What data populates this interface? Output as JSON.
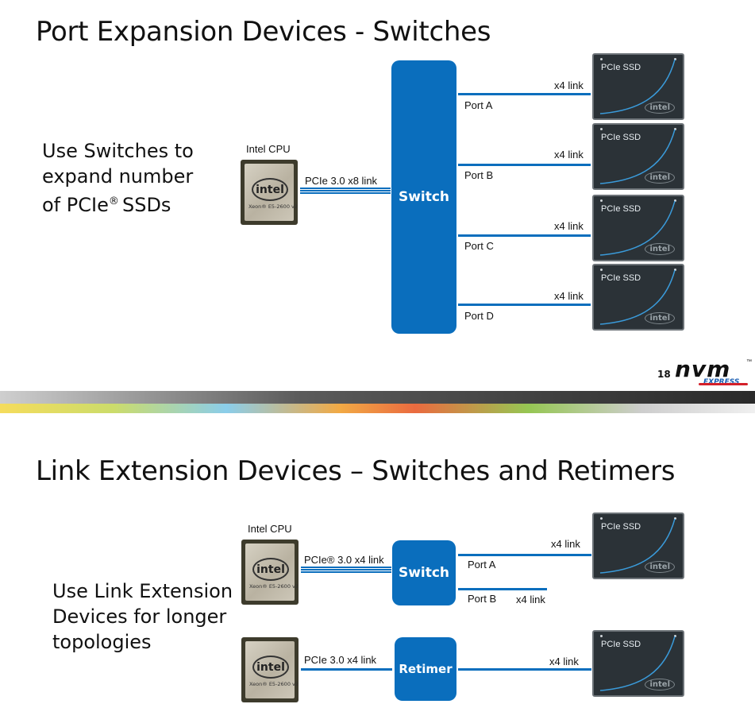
{
  "slide1": {
    "title": "Port Expansion Devices - Switches",
    "bullet_lines": [
      "Use Switches to",
      "expand number",
      "of PCIe",
      "® ",
      "SSDs"
    ],
    "cpu_label": "Intel CPU",
    "cpu_logo_text": "intel",
    "cpu_model_text": "Xeon® E5-2600 v2",
    "uplink_label": "PCIe 3.0 x8 link",
    "switch_label": "Switch",
    "ports": [
      {
        "port": "Port A",
        "link": "x4 link",
        "ssd": "PCIe SSD"
      },
      {
        "port": "Port B",
        "link": "x4 link",
        "ssd": "PCIe SSD"
      },
      {
        "port": "Port C",
        "link": "x4 link",
        "ssd": "PCIe SSD"
      },
      {
        "port": "Port D",
        "link": "x4 link",
        "ssd": "PCIe SSD"
      }
    ],
    "ssd_logo_text": "intel",
    "page_number": "18",
    "nvm_logo": "nvm",
    "nvm_express": "EXPRESS",
    "tm": "™"
  },
  "slide2": {
    "title": "Link Extension Devices – Switches and Retimers",
    "bullet_lines": [
      "Use Link Extension",
      "Devices for longer",
      "topologies"
    ],
    "cpu1_label": "Intel CPU",
    "cpu_logo_text": "intel",
    "cpu_model_text": "Xeon® E5-2600 v2",
    "cpu1_link": "PCIe® 3.0 x4 link",
    "switch_label": "Switch",
    "port_a": "Port A",
    "port_a_link": "x4 link",
    "port_b": "Port B",
    "port_b_link": "x4 link",
    "cpu2_link": "PCIe 3.0 x4 link",
    "retimer_label": "Retimer",
    "retimer_link": "x4 link",
    "ssd_label": "PCIe SSD",
    "ssd_logo_text": "intel"
  },
  "colors": {
    "accent_blue": "#0a6ebd",
    "ssd_body": "#2b3237",
    "nvm_red": "#d4202a"
  }
}
